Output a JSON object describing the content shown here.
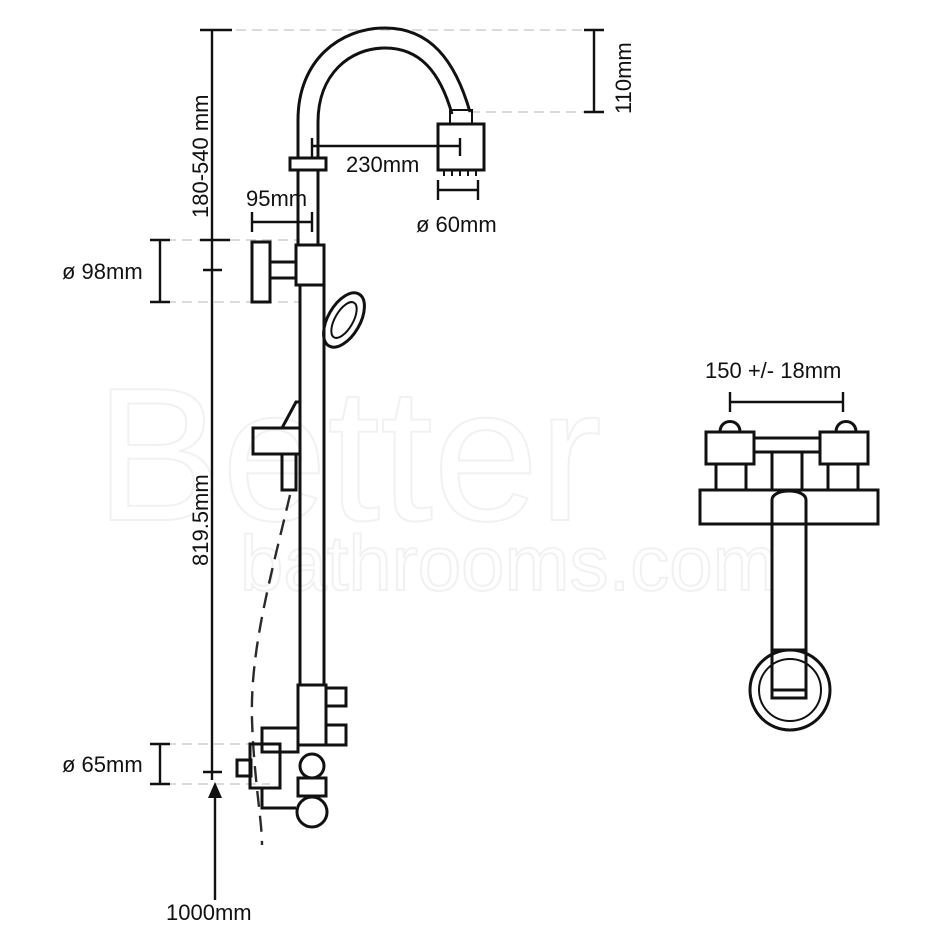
{
  "colors": {
    "outline": "#111111",
    "accent": "#3bb3b6",
    "background": "#ffffff"
  },
  "dimensions": {
    "height_range": "180-540 mm",
    "spout_drop": "110mm",
    "spout_reach": "230mm",
    "head_diameter": "ø 60mm",
    "bracket_offset": "95mm",
    "bracket_diameter": "ø 98mm",
    "rail_length": "819.5mm",
    "valve_diameter": "ø 65mm",
    "floor_height": "1000mm",
    "valve_centres": "150 +/- 18mm"
  },
  "watermark": {
    "line1": "Better",
    "line2": "bathrooms.com"
  }
}
